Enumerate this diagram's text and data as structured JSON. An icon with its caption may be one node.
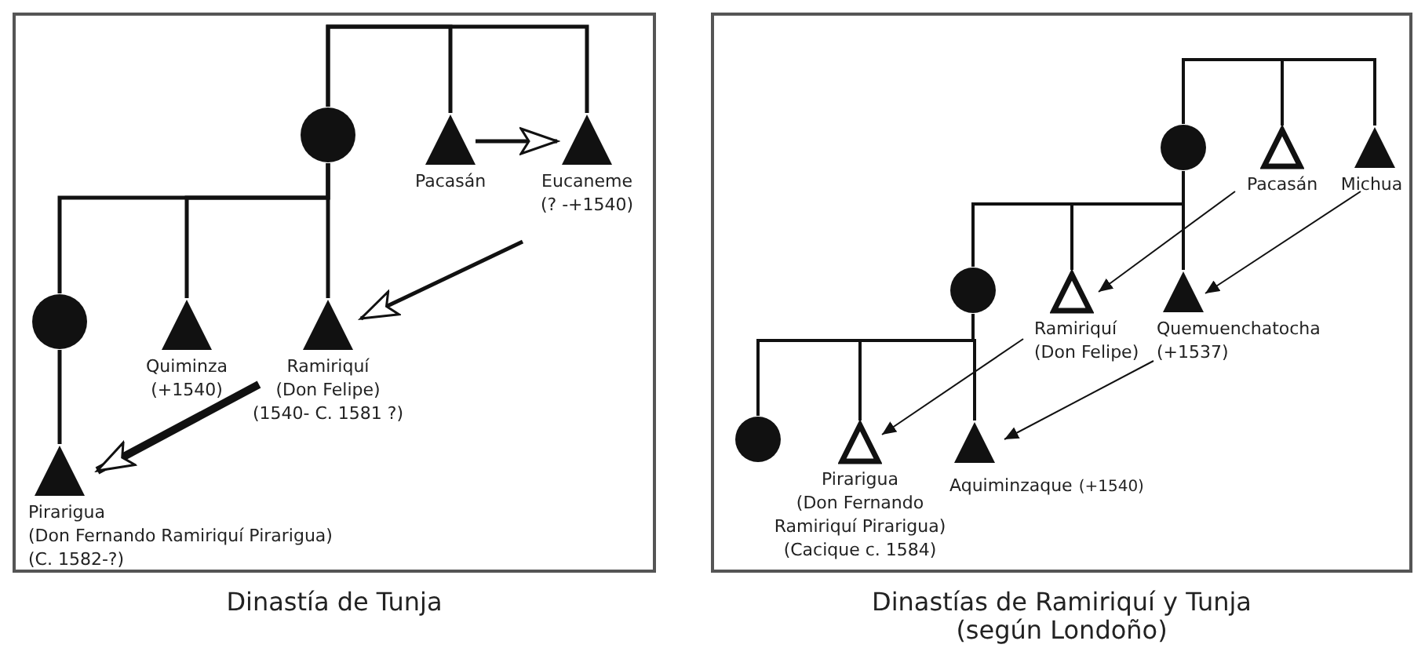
{
  "diagram": {
    "nodes": [
      {
        "text": [
          "Dinastía de Tunja"
        ]
      },
      {
        "text": [],
        "shape": "circle",
        "in": 0
      },
      {
        "text": [
          "Pacasán"
        ],
        "in": 0
      },
      {
        "text": [
          "Eucaneme",
          "(? -+1540)"
        ],
        "in": 0
      },
      {
        "text": [],
        "shape": "circle",
        "in": 0
      },
      {
        "text": [
          "Quiminza",
          "(+1540)"
        ],
        "in": 0
      },
      {
        "text": [
          "Ramiriquí",
          "(Don Felipe)",
          "(1540- C. 1581 ?)"
        ],
        "in": 0
      },
      {
        "text": [
          "Pirarigua",
          "(Don Fernando Ramiriquí Pirarigua)",
          "(C. 1582-?)"
        ],
        "in": 0
      },
      {
        "text": [
          "Dinastías de Ramiriquí y Tunja (según Londoño)"
        ]
      },
      {
        "text": [],
        "shape": "circle",
        "in": 8
      },
      {
        "text": [
          "Pacasán"
        ],
        "in": 8
      },
      {
        "text": [
          "Michua"
        ],
        "in": 8
      },
      {
        "text": [],
        "shape": "circle",
        "in": 8
      },
      {
        "text": [
          "Ramiriquí",
          "(Don Felipe)"
        ],
        "in": 8
      },
      {
        "text": [
          "Quemuenchatocha",
          "(+1537)"
        ],
        "in": 8
      },
      {
        "text": [],
        "shape": "circle",
        "in": 8
      },
      {
        "text": [
          "Pirarigua",
          "(Don Fernando Ramiriquí Pirarigua)",
          "(Cacique c. 1584)"
        ],
        "in": 8
      },
      {
        "text": [
          "Aquiminzaque",
          "(+1540)"
        ],
        "in": 8
      }
    ],
    "edges": [
      {
        "from": 1,
        "to": 2,
        "arrow": "none"
      },
      {
        "from": 1,
        "to": 3,
        "arrow": "none"
      },
      {
        "from": 2,
        "to": 3,
        "arrow": "to"
      },
      {
        "from": 1,
        "to": 4,
        "arrow": "none"
      },
      {
        "from": 1,
        "to": 5,
        "arrow": "none"
      },
      {
        "from": 1,
        "to": 6,
        "arrow": "none"
      },
      {
        "from": 3,
        "to": 6,
        "arrow": "to"
      },
      {
        "from": 4,
        "to": 7,
        "arrow": "none"
      },
      {
        "from": 6,
        "to": 7,
        "arrow": "to",
        "style": "thick"
      },
      {
        "from": 9,
        "to": 10,
        "arrow": "none"
      },
      {
        "from": 9,
        "to": 11,
        "arrow": "none"
      },
      {
        "from": 10,
        "to": 13,
        "arrow": "to"
      },
      {
        "from": 11,
        "to": 14,
        "arrow": "to"
      },
      {
        "from": 9,
        "to": 12,
        "arrow": "none"
      },
      {
        "from": 9,
        "to": 13,
        "arrow": "none"
      },
      {
        "from": 9,
        "to": 14,
        "arrow": "none"
      },
      {
        "from": 13,
        "to": 16,
        "arrow": "to"
      },
      {
        "from": 14,
        "to": 17,
        "arrow": "to"
      },
      {
        "from": 12,
        "to": 15,
        "arrow": "none"
      },
      {
        "from": 12,
        "to": 16,
        "arrow": "none"
      },
      {
        "from": 12,
        "to": 17,
        "arrow": "none"
      }
    ]
  }
}
